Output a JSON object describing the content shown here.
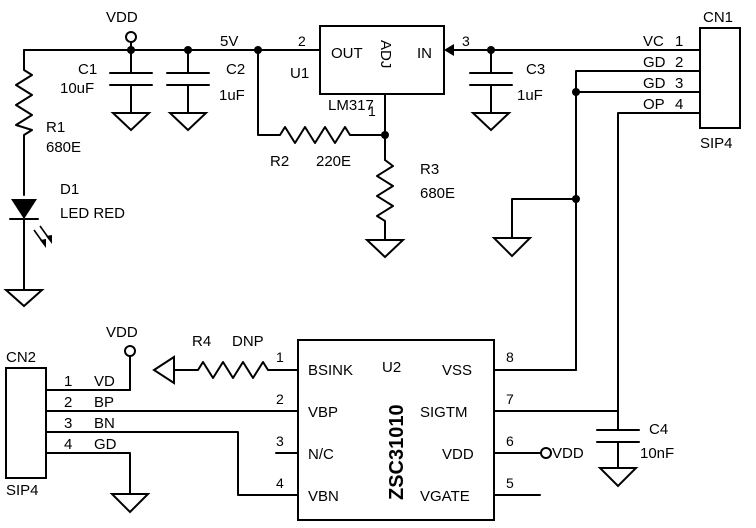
{
  "power": {
    "vdd_top": "VDD",
    "vdd_bsink": "VDD",
    "vdd_u2": "VDD",
    "net_5v": "5V"
  },
  "c1": {
    "ref": "C1",
    "value": "10uF"
  },
  "c2": {
    "ref": "C2",
    "value": "1uF"
  },
  "c3": {
    "ref": "C3",
    "value": "1uF"
  },
  "c4": {
    "ref": "C4",
    "value": "10nF"
  },
  "r1": {
    "ref": "R1",
    "value": "680E"
  },
  "r2": {
    "ref": "R2",
    "value": "220E"
  },
  "r3": {
    "ref": "R3",
    "value": "680E"
  },
  "r4": {
    "ref": "R4",
    "value": "DNP"
  },
  "d1": {
    "ref": "D1",
    "value": "LED RED"
  },
  "u1": {
    "ref": "U1",
    "part": "LM317",
    "pins": {
      "out": "OUT",
      "adj": "ADJ",
      "in": "IN"
    },
    "pin_numbers": {
      "out": "2",
      "in": "3",
      "adj": "1"
    }
  },
  "cn1": {
    "ref": "CN1",
    "type": "SIP4",
    "pins": [
      {
        "name": "VC",
        "num": "1"
      },
      {
        "name": "GD",
        "num": "2"
      },
      {
        "name": "GD",
        "num": "3"
      },
      {
        "name": "OP",
        "num": "4"
      }
    ]
  },
  "cn2": {
    "ref": "CN2",
    "type": "SIP4",
    "pins": [
      {
        "num": "1",
        "name": "VD"
      },
      {
        "num": "2",
        "name": "BP"
      },
      {
        "num": "3",
        "name": "BN"
      },
      {
        "num": "4",
        "name": "GD"
      }
    ]
  },
  "u2": {
    "ref": "U2",
    "part": "ZSC31010",
    "left_pins": [
      {
        "name": "BSINK",
        "num": "1"
      },
      {
        "name": "VBP",
        "num": "2"
      },
      {
        "name": "N/C",
        "num": "3"
      },
      {
        "name": "VBN",
        "num": "4"
      }
    ],
    "right_pins": [
      {
        "name": "VSS",
        "num": "8"
      },
      {
        "name": "SIGTM",
        "num": "7"
      },
      {
        "name": "VDD",
        "num": "6"
      },
      {
        "name": "VGATE",
        "num": "5"
      }
    ]
  }
}
